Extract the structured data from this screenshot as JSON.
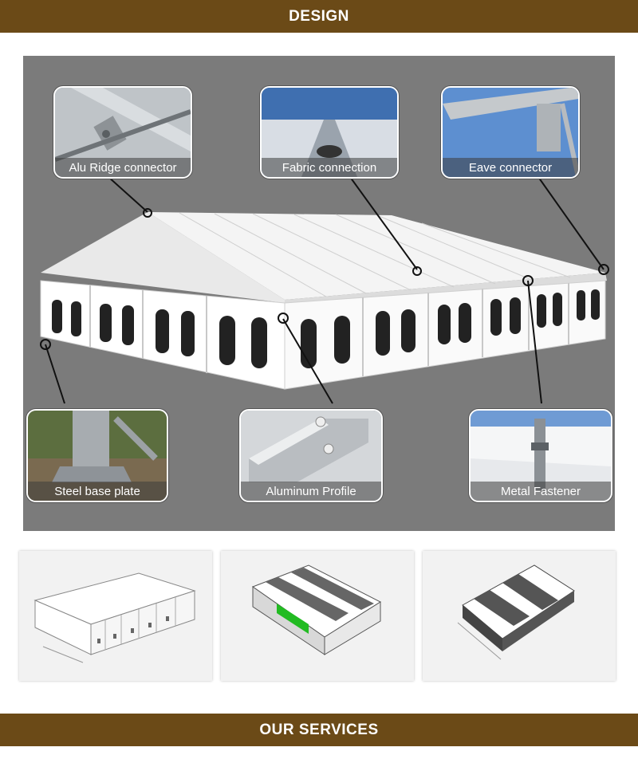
{
  "header": {
    "title": "DESIGN"
  },
  "footer": {
    "title": "OUR SERVICES"
  },
  "callouts": {
    "ridge": "Alu Ridge connector",
    "fabric": "Fabric connection",
    "eave": "Eave connector",
    "base": "Steel base plate",
    "profile": "Aluminum Profile",
    "fastener": "Metal Fastener"
  }
}
